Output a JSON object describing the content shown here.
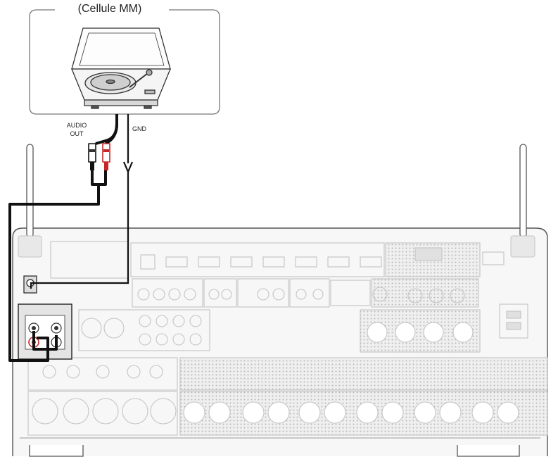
{
  "diagram": {
    "source_box_title": "(Cellule MM)",
    "audio_out_label": "AUDIO\nOUT",
    "gnd_label": "GND"
  },
  "colors": {
    "cable": "#111111",
    "panel_outline": "#555555",
    "panel_fill": "#f7f7f7",
    "faded_detail": "#c4c4c4",
    "highlight": "#222222",
    "red_connector": "#c62828"
  },
  "icons": {
    "source_device": "turntable-icon",
    "antennas": "antenna-icon"
  }
}
